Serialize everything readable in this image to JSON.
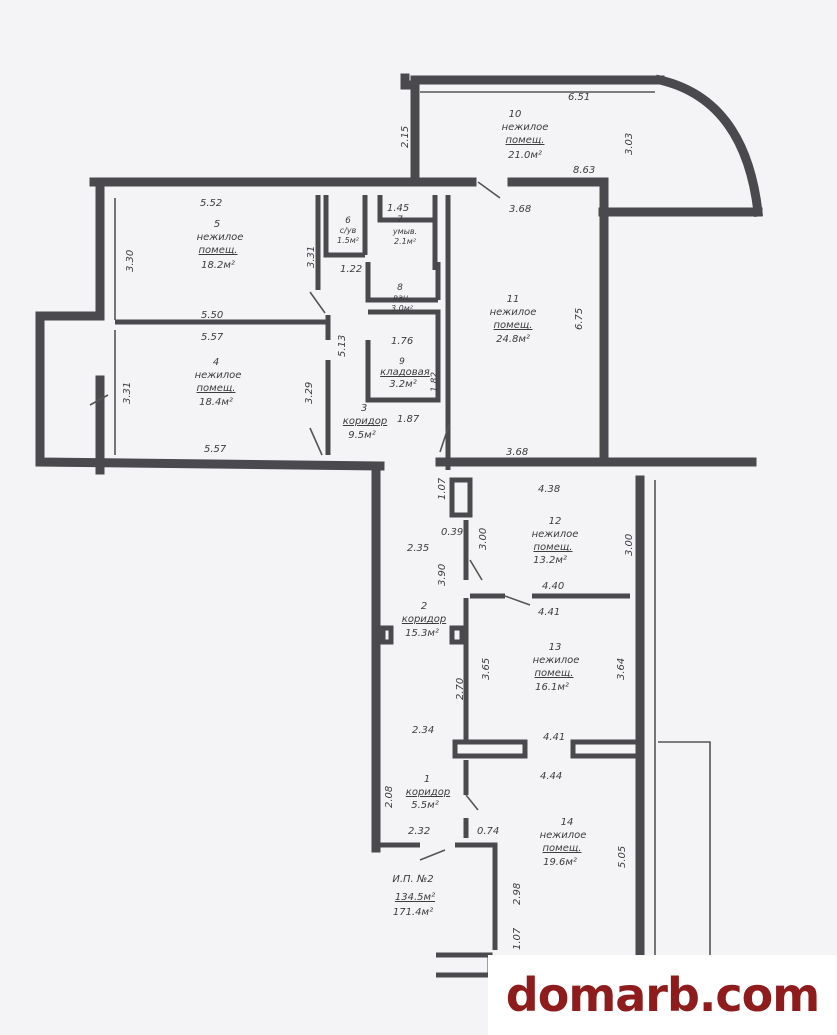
{
  "rooms": [
    {
      "num": "1",
      "type": "коридор",
      "area": "5.5м²"
    },
    {
      "num": "2",
      "type": "коридор",
      "area": "15.3м²"
    },
    {
      "num": "3",
      "type": "коридор",
      "area": "9.5м²"
    },
    {
      "num": "4",
      "type1": "нежилое",
      "type2": "помещ.",
      "area": "18.4м²"
    },
    {
      "num": "5",
      "type1": "нежилое",
      "type2": "помещ.",
      "area": "18.2м²"
    },
    {
      "num": "6",
      "type": "с/ув",
      "area": "1.5м²"
    },
    {
      "num": "7",
      "type": "умыв.",
      "area": "2.1м²"
    },
    {
      "num": "8",
      "type": "ван.",
      "area": "3.0м²"
    },
    {
      "num": "9",
      "type": "кладовая",
      "area": "3.2м²"
    },
    {
      "num": "10",
      "type1": "нежилое",
      "type2": "помещ.",
      "area": "21.0м²"
    },
    {
      "num": "11",
      "type1": "нежилое",
      "type2": "помещ.",
      "area": "24.8м²"
    },
    {
      "num": "12",
      "type1": "нежилое",
      "type2": "помещ.",
      "area": "13.2м²"
    },
    {
      "num": "13",
      "type1": "нежилое",
      "type2": "помещ.",
      "area": "16.1м²"
    },
    {
      "num": "14",
      "type1": "нежилое",
      "type2": "помещ.",
      "area": "19.6м²"
    }
  ],
  "summary": {
    "title": "И.П. №2",
    "area_main": "134.5м²",
    "area_total": "171.4м²"
  },
  "dimensions": [
    "6.51",
    "2.15",
    "3.03",
    "8.63",
    "3.68",
    "5.52",
    "3.30",
    "3.31",
    "1.45",
    "1.22",
    "5.50",
    "5.57",
    "5.13",
    "1.76",
    "1.82",
    "3.31",
    "3.29",
    "1.87",
    "5.57",
    "6.75",
    "3.68",
    "1.07",
    "0.39",
    "3.00",
    "4.38",
    "3.00",
    "2.35",
    "3.90",
    "4.40",
    "4.41",
    "3.65",
    "2.70",
    "3.64",
    "2.34",
    "4.41",
    "4.44",
    "2.08",
    "2.32",
    "0.74",
    "5.05",
    "2.98",
    "1.07"
  ],
  "watermark": "domarb.com",
  "colors": {
    "wall": "#4a4a4e",
    "paper": "#f4f4f6",
    "watermark": "#8e1c1c"
  }
}
